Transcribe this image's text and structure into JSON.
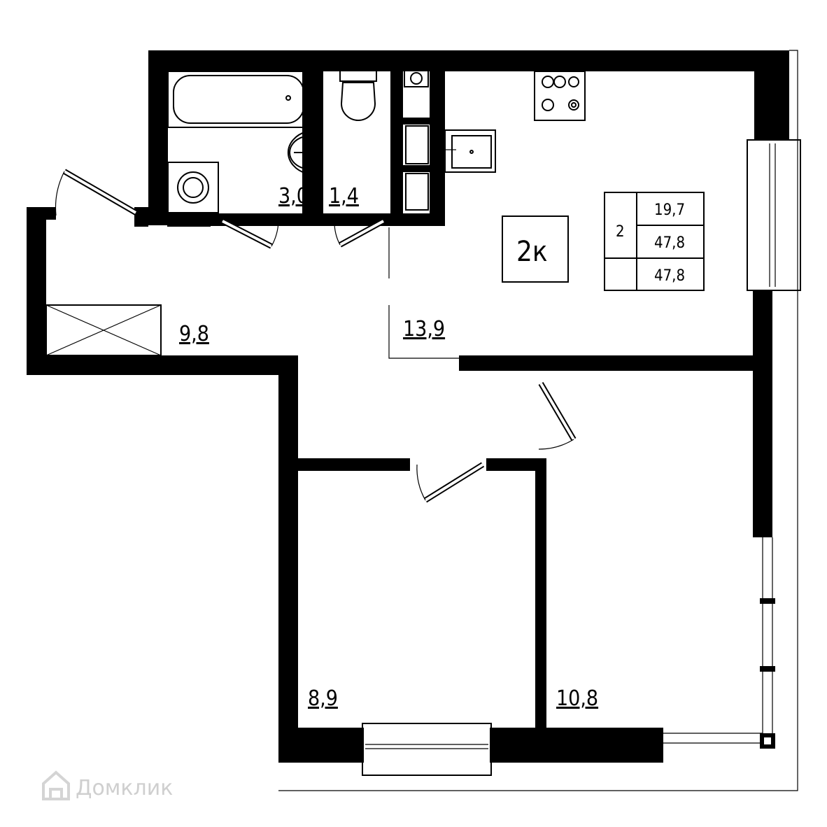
{
  "rooms": {
    "bathroom": "3,0",
    "toilet": "1,4",
    "hall": "9,8",
    "kitchen_living": "13,9",
    "bedroom_small": "8,9",
    "bedroom_large": "10,8"
  },
  "info_box": {
    "type_label": "2к",
    "rooms_count": "2",
    "living_area": "19,7",
    "total_area": "47,8",
    "total_area_with_balcony": "47,8"
  },
  "watermark": {
    "text": "Домклик"
  }
}
